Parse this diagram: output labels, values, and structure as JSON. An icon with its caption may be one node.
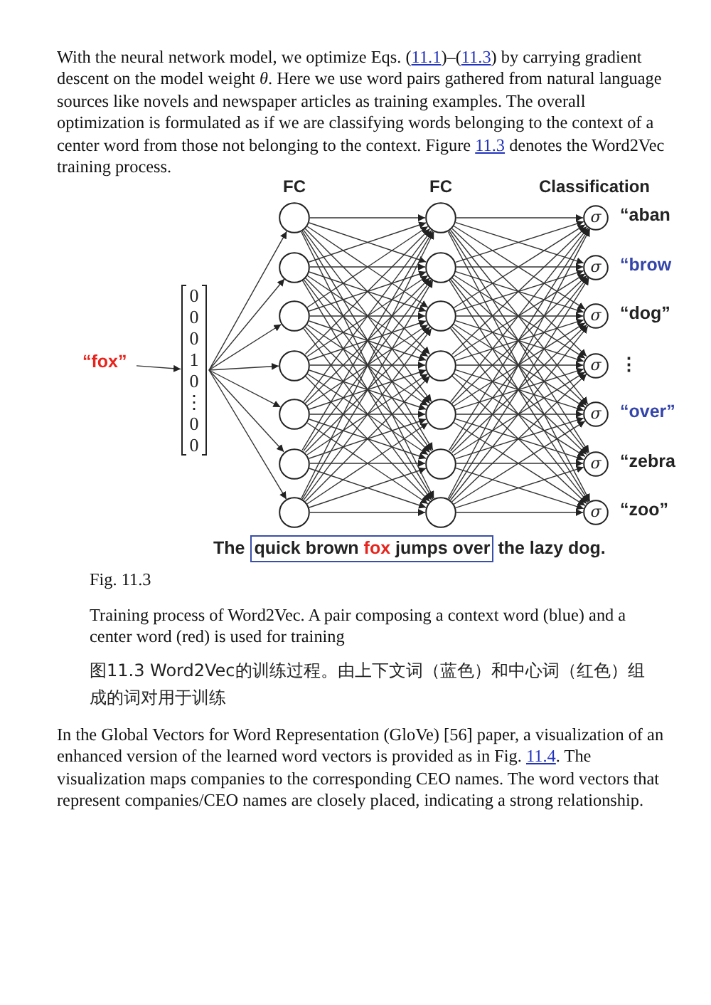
{
  "diagram": {
    "caption": "Training process of Word2Vec. A pair composing a context word (blue) and a center word (red) is used for training",
    "nodes": [
      {
        "text": [
          "“fox”"
        ]
      },
      {
        "text": [
          "0",
          "0",
          "0",
          "1",
          "0",
          "⋮",
          "0",
          "0"
        ]
      },
      {
        "text": [],
        "shape": "circle"
      },
      {
        "text": [],
        "shape": "circle"
      },
      {
        "text": [],
        "shape": "circle"
      },
      {
        "text": [],
        "shape": "circle"
      },
      {
        "text": [],
        "shape": "circle"
      },
      {
        "text": [],
        "shape": "circle"
      },
      {
        "text": [],
        "shape": "circle"
      },
      {
        "text": [],
        "shape": "circle"
      },
      {
        "text": [],
        "shape": "circle"
      },
      {
        "text": [],
        "shape": "circle"
      },
      {
        "text": [],
        "shape": "circle"
      },
      {
        "text": [],
        "shape": "circle"
      },
      {
        "text": [],
        "shape": "circle"
      },
      {
        "text": [],
        "shape": "circle"
      },
      {
        "text": [
          "σ"
        ],
        "beside": [
          "“aban"
        ]
      },
      {
        "text": [
          "σ"
        ],
        "beside": [
          "“brow"
        ]
      },
      {
        "text": [
          "σ"
        ],
        "beside": [
          "“dog”"
        ]
      },
      {
        "text": [
          "σ"
        ],
        "beside": [
          "⋮"
        ]
      },
      {
        "text": [
          "σ"
        ],
        "beside": [
          "“over”"
        ]
      },
      {
        "text": [
          "σ"
        ],
        "beside": [
          "“zebra"
        ]
      },
      {
        "text": [
          "σ"
        ],
        "beside": [
          "“zoo”"
        ]
      }
    ],
    "edges": [
      {
        "from": 0,
        "to": 1,
        "arrow": "to"
      },
      {
        "from": 1,
        "to": 2,
        "arrow": "to"
      },
      {
        "from": 1,
        "to": 3,
        "arrow": "to"
      },
      {
        "from": 1,
        "to": 4,
        "arrow": "to"
      },
      {
        "from": 1,
        "to": 5,
        "arrow": "to"
      },
      {
        "from": 1,
        "to": 6,
        "arrow": "to"
      },
      {
        "from": 1,
        "to": 7,
        "arrow": "to"
      },
      {
        "from": 1,
        "to": 8,
        "arrow": "to"
      },
      {
        "from": 2,
        "to": 9,
        "arrow": "to"
      },
      {
        "from": 2,
        "to": 10,
        "arrow": "to"
      },
      {
        "from": 2,
        "to": 11,
        "arrow": "to"
      },
      {
        "from": 2,
        "to": 12,
        "arrow": "to"
      },
      {
        "from": 2,
        "to": 13,
        "arrow": "to"
      },
      {
        "from": 2,
        "to": 14,
        "arrow": "to"
      },
      {
        "from": 2,
        "to": 15,
        "arrow": "to"
      },
      {
        "from": 3,
        "to": 9,
        "arrow": "to"
      },
      {
        "from": 3,
        "to": 10,
        "arrow": "to"
      },
      {
        "from": 3,
        "to": 11,
        "arrow": "to"
      },
      {
        "from": 3,
        "to": 12,
        "arrow": "to"
      },
      {
        "from": 3,
        "to": 13,
        "arrow": "to"
      },
      {
        "from": 3,
        "to": 14,
        "arrow": "to"
      },
      {
        "from": 3,
        "to": 15,
        "arrow": "to"
      },
      {
        "from": 4,
        "to": 9,
        "arrow": "to"
      },
      {
        "from": 4,
        "to": 10,
        "arrow": "to"
      },
      {
        "from": 4,
        "to": 11,
        "arrow": "to"
      },
      {
        "from": 4,
        "to": 12,
        "arrow": "to"
      },
      {
        "from": 4,
        "to": 13,
        "arrow": "to"
      },
      {
        "from": 4,
        "to": 14,
        "arrow": "to"
      },
      {
        "from": 4,
        "to": 15,
        "arrow": "to"
      },
      {
        "from": 5,
        "to": 9,
        "arrow": "to"
      },
      {
        "from": 5,
        "to": 10,
        "arrow": "to"
      },
      {
        "from": 5,
        "to": 11,
        "arrow": "to"
      },
      {
        "from": 5,
        "to": 12,
        "arrow": "to"
      },
      {
        "from": 5,
        "to": 13,
        "arrow": "to"
      },
      {
        "from": 5,
        "to": 14,
        "arrow": "to"
      },
      {
        "from": 5,
        "to": 15,
        "arrow": "to"
      },
      {
        "from": 6,
        "to": 9,
        "arrow": "to"
      },
      {
        "from": 6,
        "to": 10,
        "arrow": "to"
      },
      {
        "from": 6,
        "to": 11,
        "arrow": "to"
      },
      {
        "from": 6,
        "to": 12,
        "arrow": "to"
      },
      {
        "from": 6,
        "to": 13,
        "arrow": "to"
      },
      {
        "from": 6,
        "to": 14,
        "arrow": "to"
      },
      {
        "from": 6,
        "to": 15,
        "arrow": "to"
      },
      {
        "from": 7,
        "to": 9,
        "arrow": "to"
      },
      {
        "from": 7,
        "to": 10,
        "arrow": "to"
      },
      {
        "from": 7,
        "to": 11,
        "arrow": "to"
      },
      {
        "from": 7,
        "to": 12,
        "arrow": "to"
      },
      {
        "from": 7,
        "to": 13,
        "arrow": "to"
      },
      {
        "from": 7,
        "to": 14,
        "arrow": "to"
      },
      {
        "from": 7,
        "to": 15,
        "arrow": "to"
      },
      {
        "from": 8,
        "to": 9,
        "arrow": "to"
      },
      {
        "from": 8,
        "to": 10,
        "arrow": "to"
      },
      {
        "from": 8,
        "to": 11,
        "arrow": "to"
      },
      {
        "from": 8,
        "to": 12,
        "arrow": "to"
      },
      {
        "from": 8,
        "to": 13,
        "arrow": "to"
      },
      {
        "from": 8,
        "to": 14,
        "arrow": "to"
      },
      {
        "from": 8,
        "to": 15,
        "arrow": "to"
      },
      {
        "from": 9,
        "to": 16,
        "arrow": "to"
      },
      {
        "from": 9,
        "to": 17,
        "arrow": "to"
      },
      {
        "from": 9,
        "to": 18,
        "arrow": "to"
      },
      {
        "from": 9,
        "to": 19,
        "arrow": "to"
      },
      {
        "from": 9,
        "to": 20,
        "arrow": "to"
      },
      {
        "from": 9,
        "to": 21,
        "arrow": "to"
      },
      {
        "from": 9,
        "to": 22,
        "arrow": "to"
      },
      {
        "from": 10,
        "to": 16,
        "arrow": "to"
      },
      {
        "from": 10,
        "to": 17,
        "arrow": "to"
      },
      {
        "from": 10,
        "to": 18,
        "arrow": "to"
      },
      {
        "from": 10,
        "to": 19,
        "arrow": "to"
      },
      {
        "from": 10,
        "to": 20,
        "arrow": "to"
      },
      {
        "from": 10,
        "to": 21,
        "arrow": "to"
      },
      {
        "from": 10,
        "to": 22,
        "arrow": "to"
      },
      {
        "from": 11,
        "to": 16,
        "arrow": "to"
      },
      {
        "from": 11,
        "to": 17,
        "arrow": "to"
      },
      {
        "from": 11,
        "to": 18,
        "arrow": "to"
      },
      {
        "from": 11,
        "to": 19,
        "arrow": "to"
      },
      {
        "from": 11,
        "to": 20,
        "arrow": "to"
      },
      {
        "from": 11,
        "to": 21,
        "arrow": "to"
      },
      {
        "from": 11,
        "to": 22,
        "arrow": "to"
      },
      {
        "from": 12,
        "to": 16,
        "arrow": "to"
      },
      {
        "from": 12,
        "to": 17,
        "arrow": "to"
      },
      {
        "from": 12,
        "to": 18,
        "arrow": "to"
      },
      {
        "from": 12,
        "to": 19,
        "arrow": "to"
      },
      {
        "from": 12,
        "to": 20,
        "arrow": "to"
      },
      {
        "from": 12,
        "to": 21,
        "arrow": "to"
      },
      {
        "from": 12,
        "to": 22,
        "arrow": "to"
      },
      {
        "from": 13,
        "to": 16,
        "arrow": "to"
      },
      {
        "from": 13,
        "to": 17,
        "arrow": "to"
      },
      {
        "from": 13,
        "to": 18,
        "arrow": "to"
      },
      {
        "from": 13,
        "to": 19,
        "arrow": "to"
      },
      {
        "from": 13,
        "to": 20,
        "arrow": "to"
      },
      {
        "from": 13,
        "to": 21,
        "arrow": "to"
      },
      {
        "from": 13,
        "to": 22,
        "arrow": "to"
      },
      {
        "from": 14,
        "to": 16,
        "arrow": "to"
      },
      {
        "from": 14,
        "to": 17,
        "arrow": "to"
      },
      {
        "from": 14,
        "to": 18,
        "arrow": "to"
      },
      {
        "from": 14,
        "to": 19,
        "arrow": "to"
      },
      {
        "from": 14,
        "to": 20,
        "arrow": "to"
      },
      {
        "from": 14,
        "to": 21,
        "arrow": "to"
      },
      {
        "from": 14,
        "to": 22,
        "arrow": "to"
      },
      {
        "from": 15,
        "to": 16,
        "arrow": "to"
      },
      {
        "from": 15,
        "to": 17,
        "arrow": "to"
      },
      {
        "from": 15,
        "to": 18,
        "arrow": "to"
      },
      {
        "from": 15,
        "to": 19,
        "arrow": "to"
      },
      {
        "from": 15,
        "to": 20,
        "arrow": "to"
      },
      {
        "from": 15,
        "to": 21,
        "arrow": "to"
      },
      {
        "from": 15,
        "to": 22,
        "arrow": "to"
      }
    ],
    "labels": [
      "With the neural network model, we optimize Eqs. (11.1)–(11.3) by carrying gradient descent on the model weight *θ*. Here we use word pairs gathered from natural language sources like novels and newspaper articles as training examples. The overall optimization is formulated as if we are classifying words belonging to the context of a center word from those not belonging to the context. Figure 11.3 denotes the Word2Vec training process.",
      "FC",
      "FC",
      "Classification",
      "The quick brown fox jumps over the lazy dog.",
      "Fig. 11.3",
      "图11.3 Word2Vec的训练过程。由上下文词（蓝色）和中心词（红色）组成的词对用于训练",
      "In the Global Vectors for Word Representation (GloVe) [56] paper, a visualization of an enhanced version of the learned word vectors is provided as in Fig. 11.4. The visualization maps companies to the corresponding CEO names. The word vectors that represent companies/CEO names are closely placed, indicating a strong relationship."
    ]
  }
}
